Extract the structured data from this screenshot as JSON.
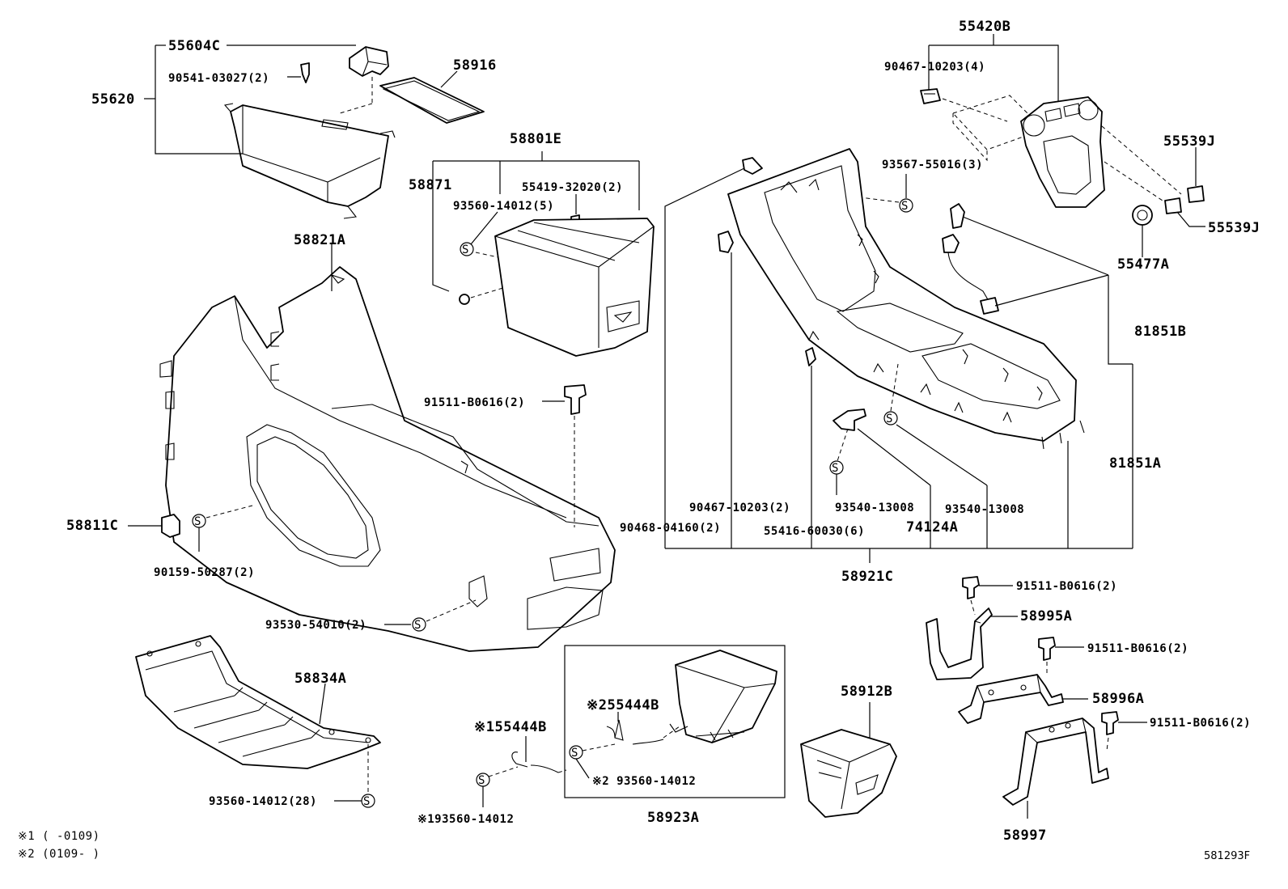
{
  "labels": {
    "p55604C": "55604C",
    "p90541": "90541-03027(2)",
    "p55620": "55620",
    "p58916": "58916",
    "p58801E": "58801E",
    "p58871": "58871",
    "p55419": "55419-32020(2)",
    "p93560_5": "93560-14012(5)",
    "p58821A": "58821A",
    "p91511_a": "91511-B0616(2)",
    "p58811C": "58811C",
    "p90159": "90159-50287(2)",
    "p93530": "93530-54010(2)",
    "p58834A": "58834A",
    "p93560_28": "93560-14012(28)",
    "p55444B_1": "※155444B",
    "p55444B_2": "※255444B",
    "p93560_n2": "※2 93560-14012",
    "p93560_n1": "※193560-14012",
    "p58923A": "58923A",
    "p58912B": "58912B",
    "p55420B": "55420B",
    "p90467_4": "90467-10203(4)",
    "p93567": "93567-55016(3)",
    "p55539J_a": "55539J",
    "p55539J_b": "55539J",
    "p55477A": "55477A",
    "p81851B": "81851B",
    "p81851A": "81851A",
    "p90467_2": "90467-10203(2)",
    "p93540_a": "93540-13008",
    "p93540_b": "93540-13008",
    "p90468": "90468-04160(2)",
    "p55416": "55416-60030(6)",
    "p74124A": "74124A",
    "p58921C": "58921C",
    "p91511_b": "91511-B0616(2)",
    "p58995A": "58995A",
    "p91511_c": "91511-B0616(2)",
    "p58996A": "58996A",
    "p91511_d": "91511-B0616(2)",
    "p58997": "58997"
  },
  "notes": {
    "note1": "※1 (    -0109)",
    "note2": "※2 (0109-    )"
  },
  "diagram_code": "581293F",
  "icons": {
    "s_mark": "S"
  }
}
